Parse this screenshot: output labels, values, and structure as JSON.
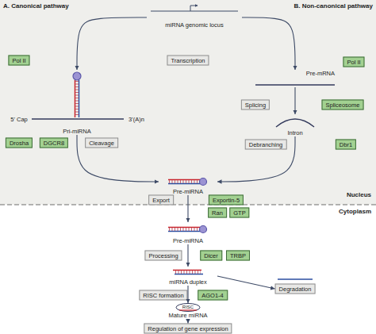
{
  "diagram": {
    "nodes": [
      {
        "text": [
          "miRNA genomic locus"
        ]
      },
      {
        "text": [
          "Pol II"
        ]
      },
      {
        "text": [
          "Transcription"
        ]
      },
      {
        "text": [
          "Pol II"
        ]
      },
      {
        "text": [
          "Pre-mRNA"
        ]
      },
      {
        "text": [
          "Splicing"
        ]
      },
      {
        "text": [
          "Spliceosome"
        ]
      },
      {
        "text": [
          "Pri-miRNA"
        ]
      },
      {
        "text": [
          "Intron"
        ]
      },
      {
        "text": [
          "Drosha"
        ]
      },
      {
        "text": [
          "DGCR8"
        ]
      },
      {
        "text": [
          "Cleavage"
        ]
      },
      {
        "text": [
          "Debranching"
        ]
      },
      {
        "text": [
          "Dbr1"
        ]
      },
      {
        "text": [
          "Pre-miRNA"
        ]
      },
      {
        "text": [
          "Export"
        ]
      },
      {
        "text": [
          "Exportin-5"
        ]
      },
      {
        "text": [
          "Ran"
        ]
      },
      {
        "text": [
          "GTP"
        ]
      },
      {
        "text": [
          "Pre-miRNA"
        ]
      },
      {
        "text": [
          "Processing"
        ]
      },
      {
        "text": [
          "Dicer"
        ]
      },
      {
        "text": [
          "TRBP"
        ]
      },
      {
        "text": [
          "miRNA duplex"
        ]
      },
      {
        "text": [
          "Degradation"
        ]
      },
      {
        "text": [
          "RISC formation"
        ]
      },
      {
        "text": [
          "AGO1-4"
        ]
      },
      {
        "text": [
          "RISC",
          "Mature miRNA"
        ]
      },
      {
        "text": [
          "Regulation of gene expression"
        ]
      }
    ],
    "edges": [
      {
        "from": 0,
        "to": 7,
        "arrow": "to"
      },
      {
        "from": 0,
        "to": 4,
        "arrow": "to"
      },
      {
        "from": 7,
        "to": 14,
        "arrow": "to"
      },
      {
        "from": 4,
        "to": 8,
        "arrow": "to"
      },
      {
        "from": 8,
        "to": 14,
        "arrow": "to"
      },
      {
        "from": 14,
        "to": 19,
        "arrow": "to"
      },
      {
        "from": 19,
        "to": 23,
        "arrow": "to"
      },
      {
        "from": 23,
        "to": 24,
        "arrow": "to"
      },
      {
        "from": 23,
        "to": 27,
        "arrow": "to"
      },
      {
        "from": 27,
        "to": 28,
        "arrow": "to"
      }
    ],
    "labels": [
      "A. Canonical pathway",
      "B. Non-canonical pathway",
      "5' Cap",
      "3'(A)n",
      "Nucleus",
      "Cytoplasm"
    ]
  }
}
